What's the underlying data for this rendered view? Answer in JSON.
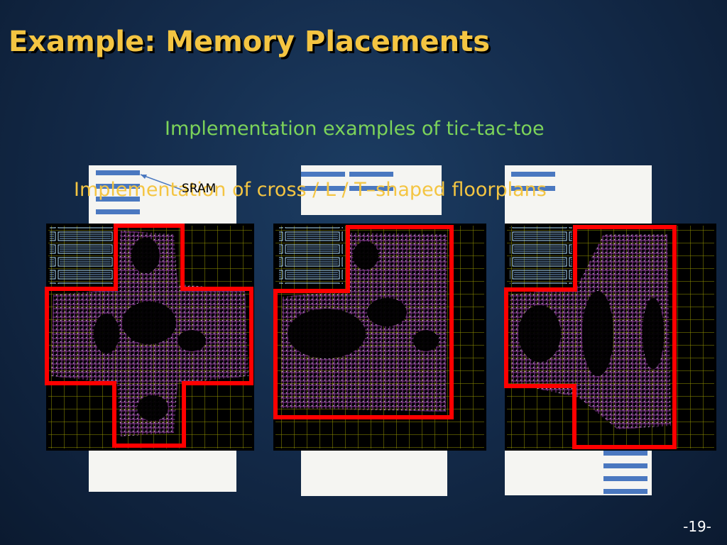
{
  "slide": {
    "title": "Example: Memory Placements",
    "subtitle": "Implementation examples of tic-tac-toe",
    "overlay_text": "Implementation of cross / L / T–shaped floorplans",
    "sram_label": "SRAM",
    "page_number": "-19-"
  },
  "colors": {
    "title": "#f4c542",
    "subtitle": "#7cd35a",
    "outline": "#ff0000",
    "sram_block": "#4a78c0",
    "grid": "#c8c800",
    "cells": "#c050d0"
  },
  "figures": [
    {
      "name": "cross-floorplan",
      "shape": "cross"
    },
    {
      "name": "l-floorplan",
      "shape": "L"
    },
    {
      "name": "t-floorplan",
      "shape": "T"
    }
  ]
}
